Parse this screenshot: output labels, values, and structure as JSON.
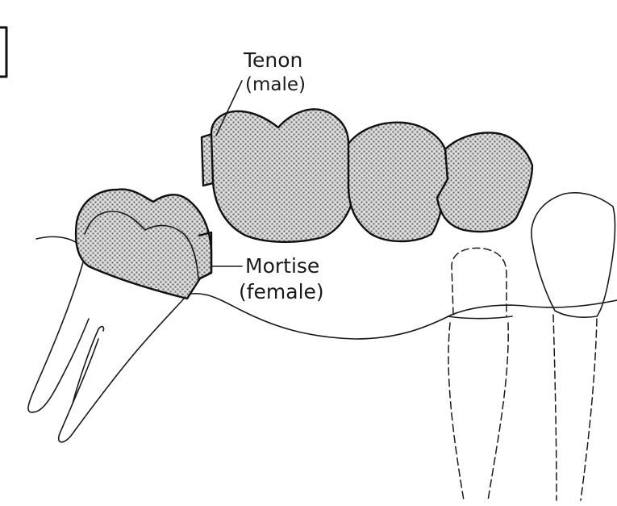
{
  "labels": {
    "tenon_line1": "Tenon",
    "tenon_line2": "(male)",
    "mortise_line1": "Mortise",
    "mortise_line2": "(female)"
  },
  "colors": {
    "ink": "#1a1a1a",
    "stipple_fill": "#c9c9c9",
    "background": "#ffffff"
  }
}
